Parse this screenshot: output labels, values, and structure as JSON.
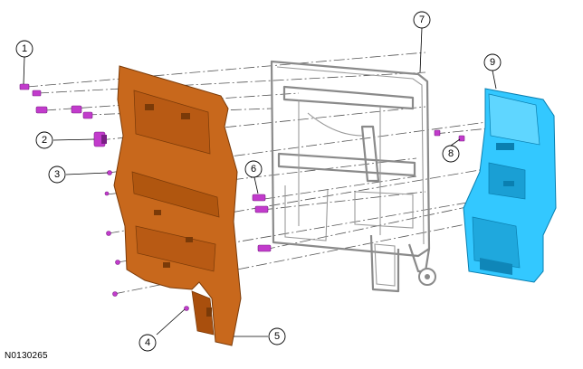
{
  "figure_id": "N0130265",
  "callouts": [
    "1",
    "2",
    "3",
    "4",
    "5",
    "6",
    "7",
    "8",
    "9"
  ],
  "colors": {
    "panel": "#c8681c",
    "panel_edge": "#7a3a08",
    "frame": "#8a8a8a",
    "housing": "#33c8ff",
    "housing_edge": "#0a7fb0",
    "fasteners": "#c23bcc"
  }
}
